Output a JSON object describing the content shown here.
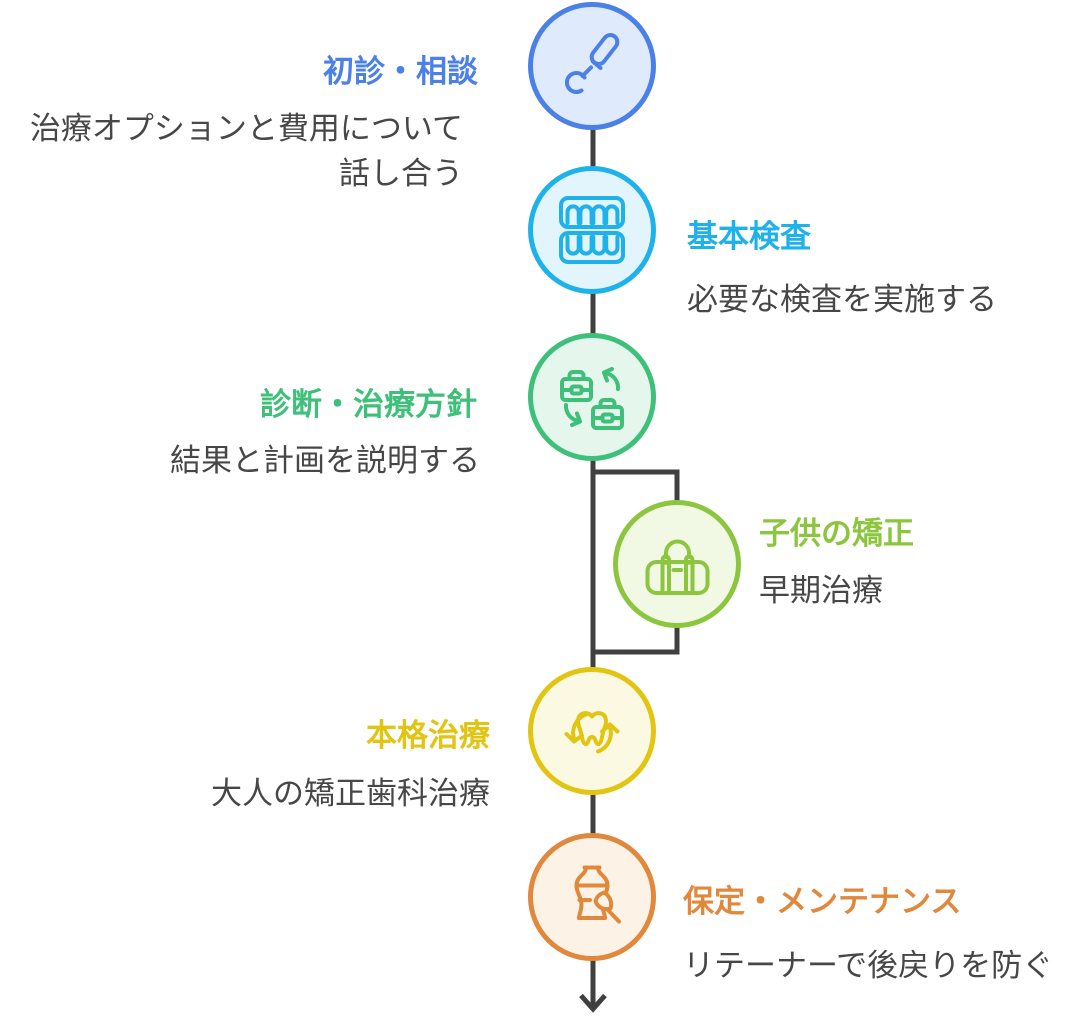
{
  "diagram": {
    "connector_color": "#404040",
    "description_color": "#474747",
    "steps": [
      {
        "label": "初診・相談",
        "description": "治療オプションと費用について話し合う",
        "color": "#4a80e8",
        "fill": "#dfeafc",
        "icon": "dental-probe-icon"
      },
      {
        "label": "基本検査",
        "description": "必要な検査を実施する",
        "color": "#1fb2ea",
        "fill": "#e2f5fd",
        "icon": "teeth-icon"
      },
      {
        "label": "診断・治療方針",
        "description": "結果と計画を説明する",
        "color": "#3ec07a",
        "fill": "#e5f6ec",
        "icon": "briefcase-exchange-icon"
      },
      {
        "label": "子供の矯正",
        "description": "早期治療",
        "color": "#8cc63f",
        "fill": "#f1f8e3",
        "icon": "travel-bag-icon"
      },
      {
        "label": "本格治療",
        "description": "大人の矯正歯科治療",
        "color": "#e2c413",
        "fill": "#fcf9e3",
        "icon": "tooth-cycle-icon"
      },
      {
        "label": "保定・メンテナンス",
        "description": "リテーナーで後戻りを防ぐ",
        "color": "#e0883c",
        "fill": "#fdf2e6",
        "icon": "vase-brush-icon"
      }
    ]
  }
}
